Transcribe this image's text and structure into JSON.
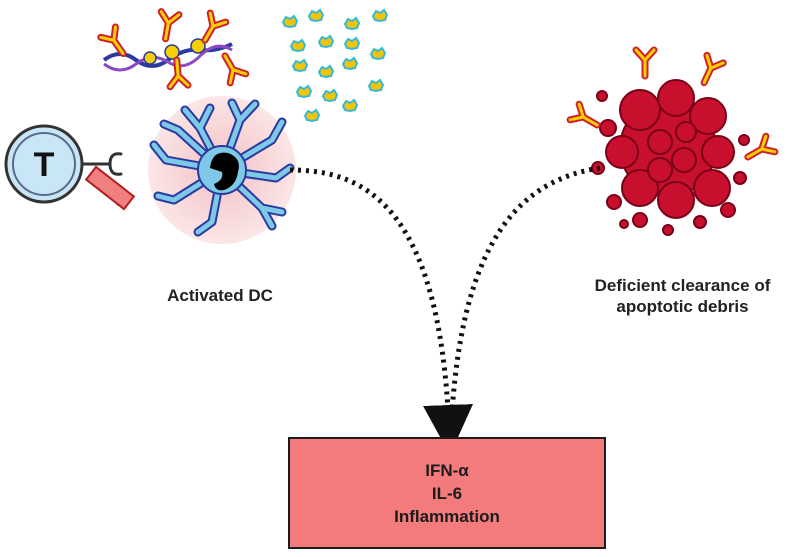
{
  "labels": {
    "dc": "Activated DC",
    "debris_line1": "Deficient clearance of",
    "debris_line2": "apoptotic debris",
    "tcell": "T"
  },
  "result_box": {
    "lines": [
      "IFN-α",
      "IL-6",
      "Inflammation"
    ]
  },
  "colors": {
    "dc_halo": "#f7d6d6",
    "dc_body": "#7ec8e8",
    "dc_outline": "#2a3aa0",
    "debris": "#c8102e",
    "antibody_fill": "#f5d000",
    "antibody_outline": "#d0202a",
    "tcell_fill": "#c9e6f7",
    "result_box": "#f47b7b",
    "arrow": "#111111"
  }
}
